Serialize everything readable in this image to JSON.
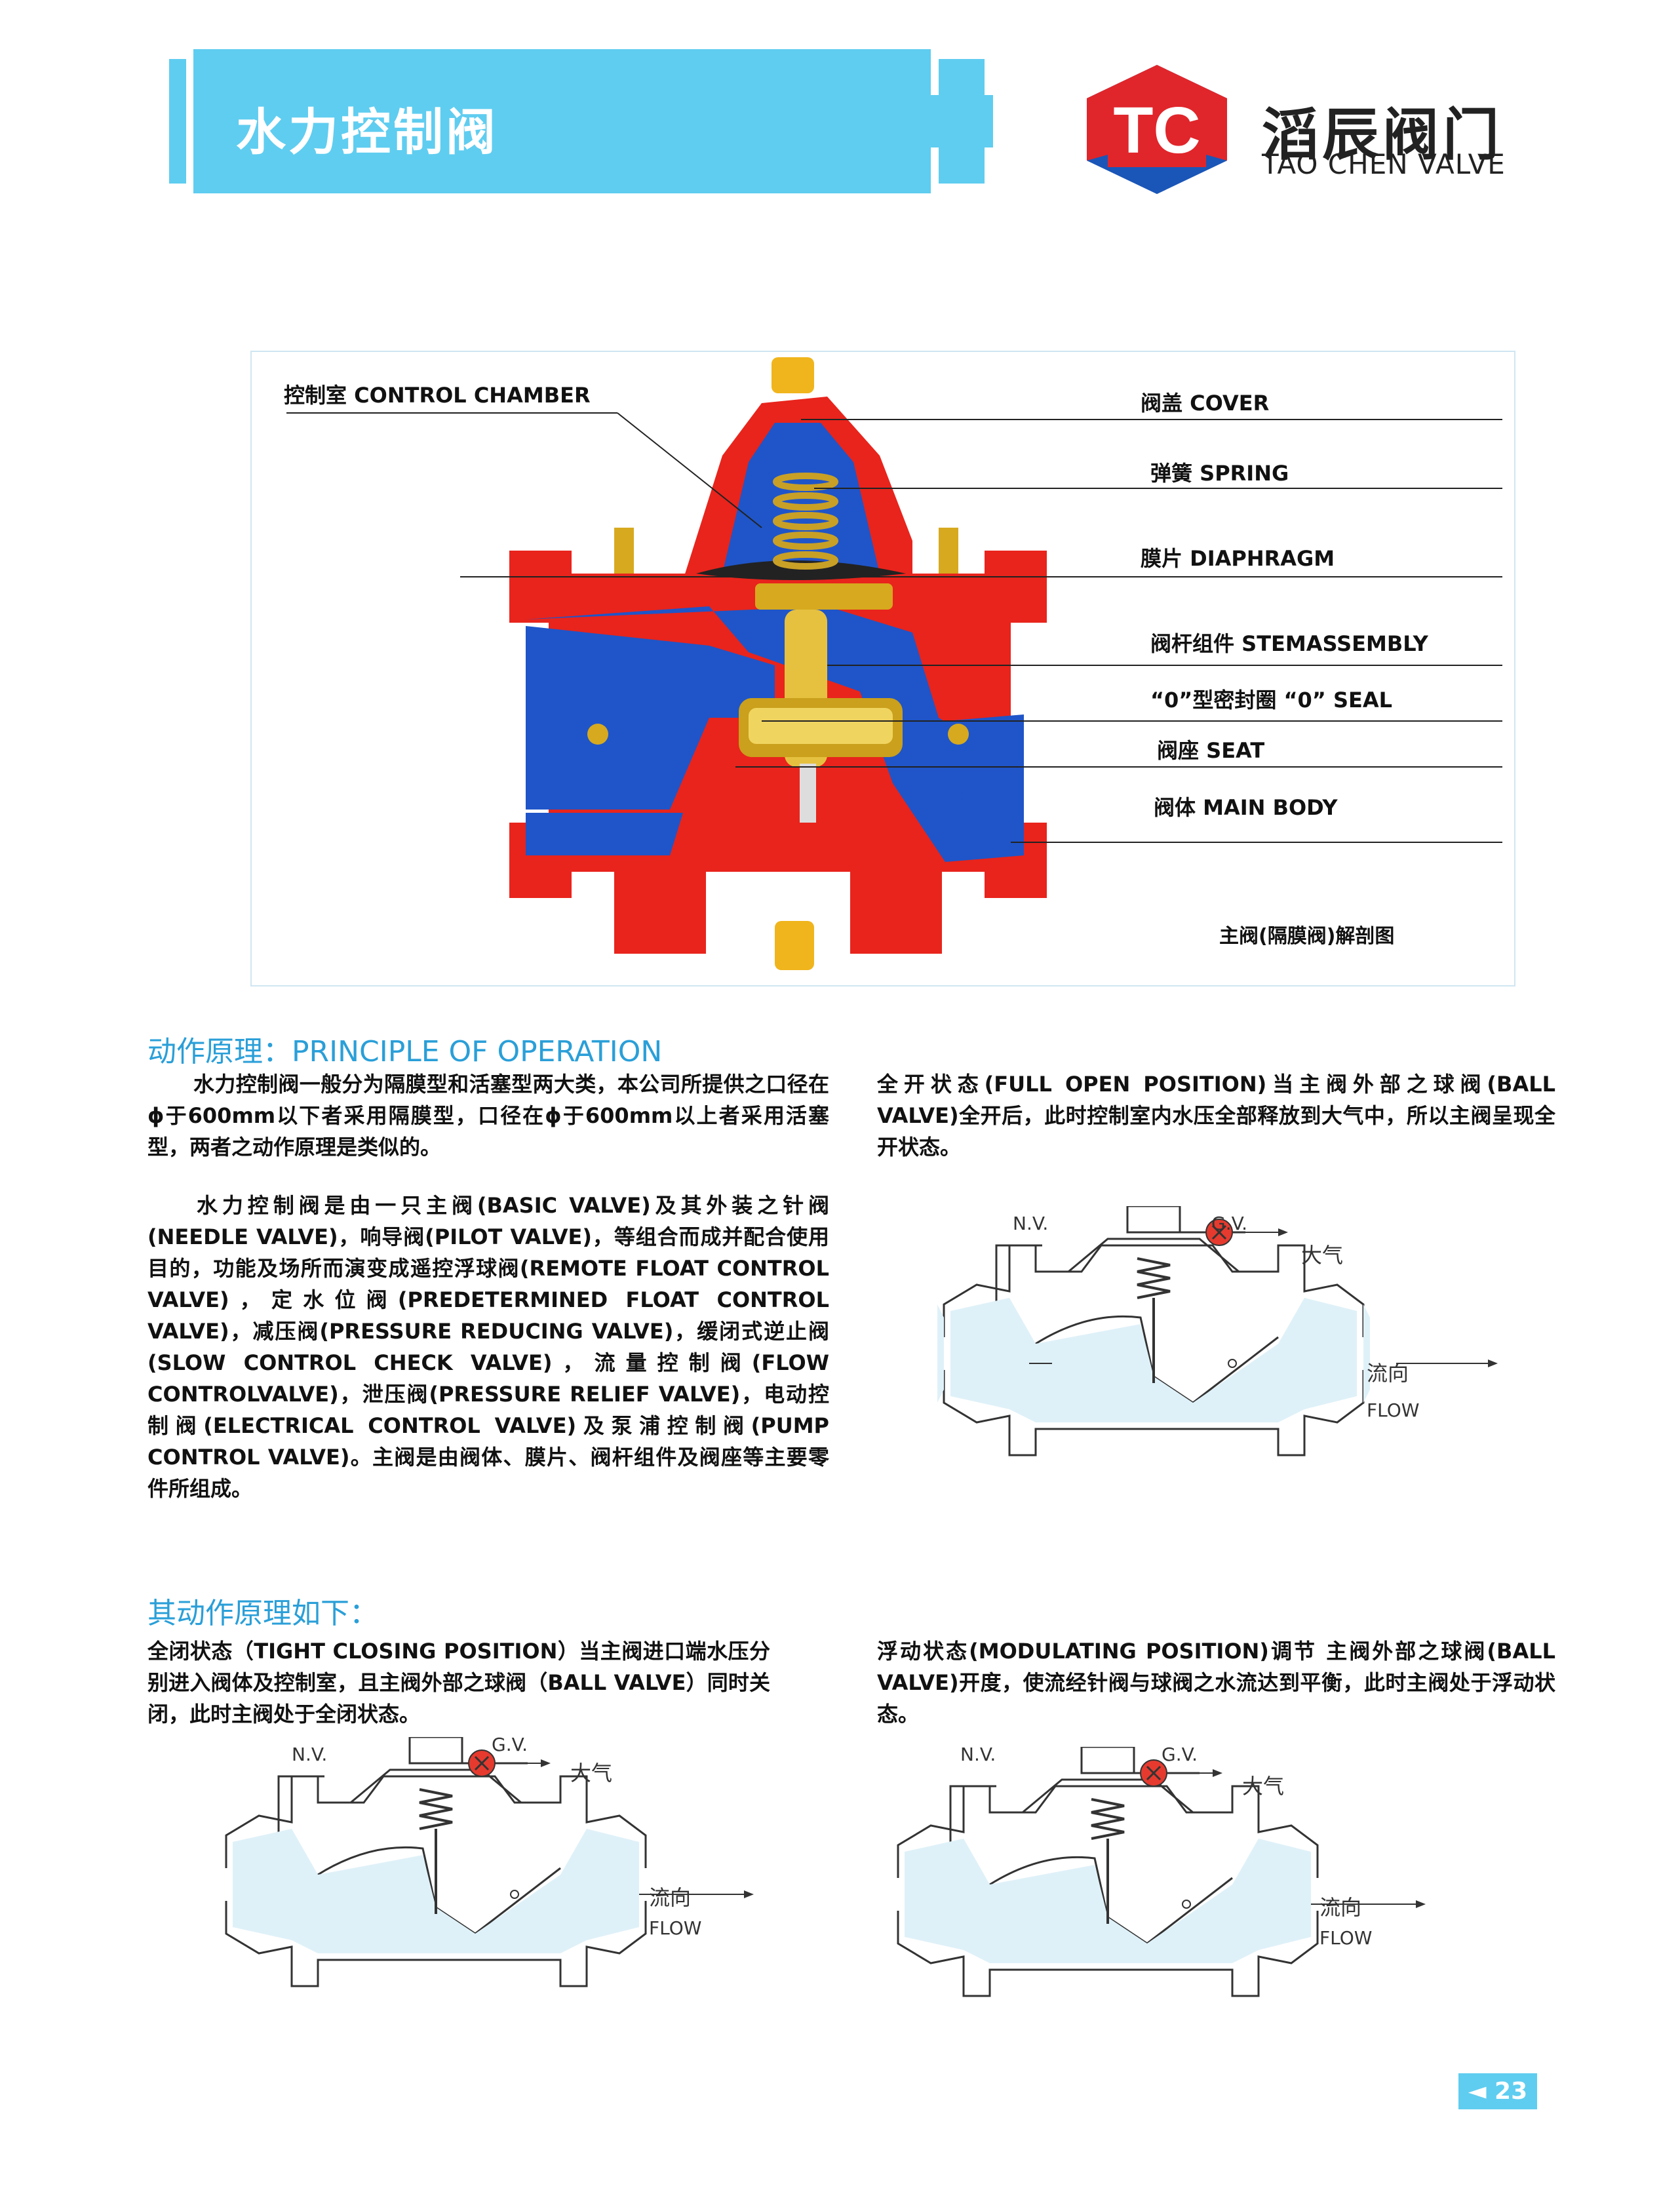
{
  "header": {
    "title": "水力控制阀",
    "brand_cn": "滔辰阀门",
    "brand_en": "TAO CHEN VALVE",
    "logo_text": "TC",
    "accent_color": "#5fcdf0",
    "logo_red": "#e0262b",
    "logo_blue": "#1a56b8"
  },
  "figure": {
    "labels": {
      "control_chamber": "控制室 CONTROL CHAMBER",
      "cover": "阀盖 COVER",
      "spring": "弹簧 SPRING",
      "diaphragm": "膜片 DIAPHRAGM",
      "stem": "阀杆组件 STEMASSEMBLY",
      "seal": "“0”型密封圈 “0” SEAL",
      "seat": "阀座 SEAT",
      "body": "阀体 MAIN BODY"
    },
    "caption": "主阀(隔膜阀)解剖图"
  },
  "principle": {
    "heading": "动作原理：PRINCIPLE OF OPERATION",
    "para1": "水力控制阀一般分为隔膜型和活塞型两大类，本公司所提供之口径在ϕ于600mm以下者采用隔膜型，口径在ϕ于600mm以上者采用活塞型，两者之动作原理是类似的。",
    "para2": "水力控制阀是由一只主阀(BASIC VALVE)及其外装之针阀(NEEDLE VALVE)，响导阀(PILOT VALVE)，等组合而成并配合使用目的，功能及场所而演变成遥控浮球阀(REMOTE FLOAT CONTROL VALVE)，定水位阀(PREDETERMINED FLOAT CONTROL VALVE)，减压阀(PRESSURE REDUCING VALVE)，缓闭式逆止阀(SLOW CONTROL CHECK VALVE)，流量控制阀(FLOW CONTROLVALVE)，泄压阀(PRESSURE RELIEF VALVE)，电动控制阀(ELECTRICAL CONTROL VALVE)及泵浦控制阀(PUMP CONTROL VALVE)。主阀是由阀体、膜片、阀杆组件及阀座等主要零件所组成。",
    "full_open": "全开状态(FULL OPEN POSITION)当主阀外部之球阀(BALL VALVE)全开后，此时控制室内水压全部释放到大气中，所以主阀呈现全开状态。"
  },
  "operation": {
    "heading": "其动作原理如下：",
    "tight": "全闭状态（TIGHT CLOSING POSITION）当主阀进口端水压分别进入阀体及控制室，且主阀外部之球阀（BALL VALVE）同时关闭，此时主阀处于全闭状态。",
    "modulating": "浮动状态(MODULATING POSITION)调节 主阀外部之球阀(BALL VALVE)开度，使流经针阀与球阀之水流达到平衡，此时主阀处于浮动状态。"
  },
  "diagram": {
    "nv": "N.V.",
    "gv": "G.V.",
    "atmosphere": "大气",
    "flow_cn": "流向",
    "flow_en": "FLOW"
  },
  "page_number": "◄ 23"
}
